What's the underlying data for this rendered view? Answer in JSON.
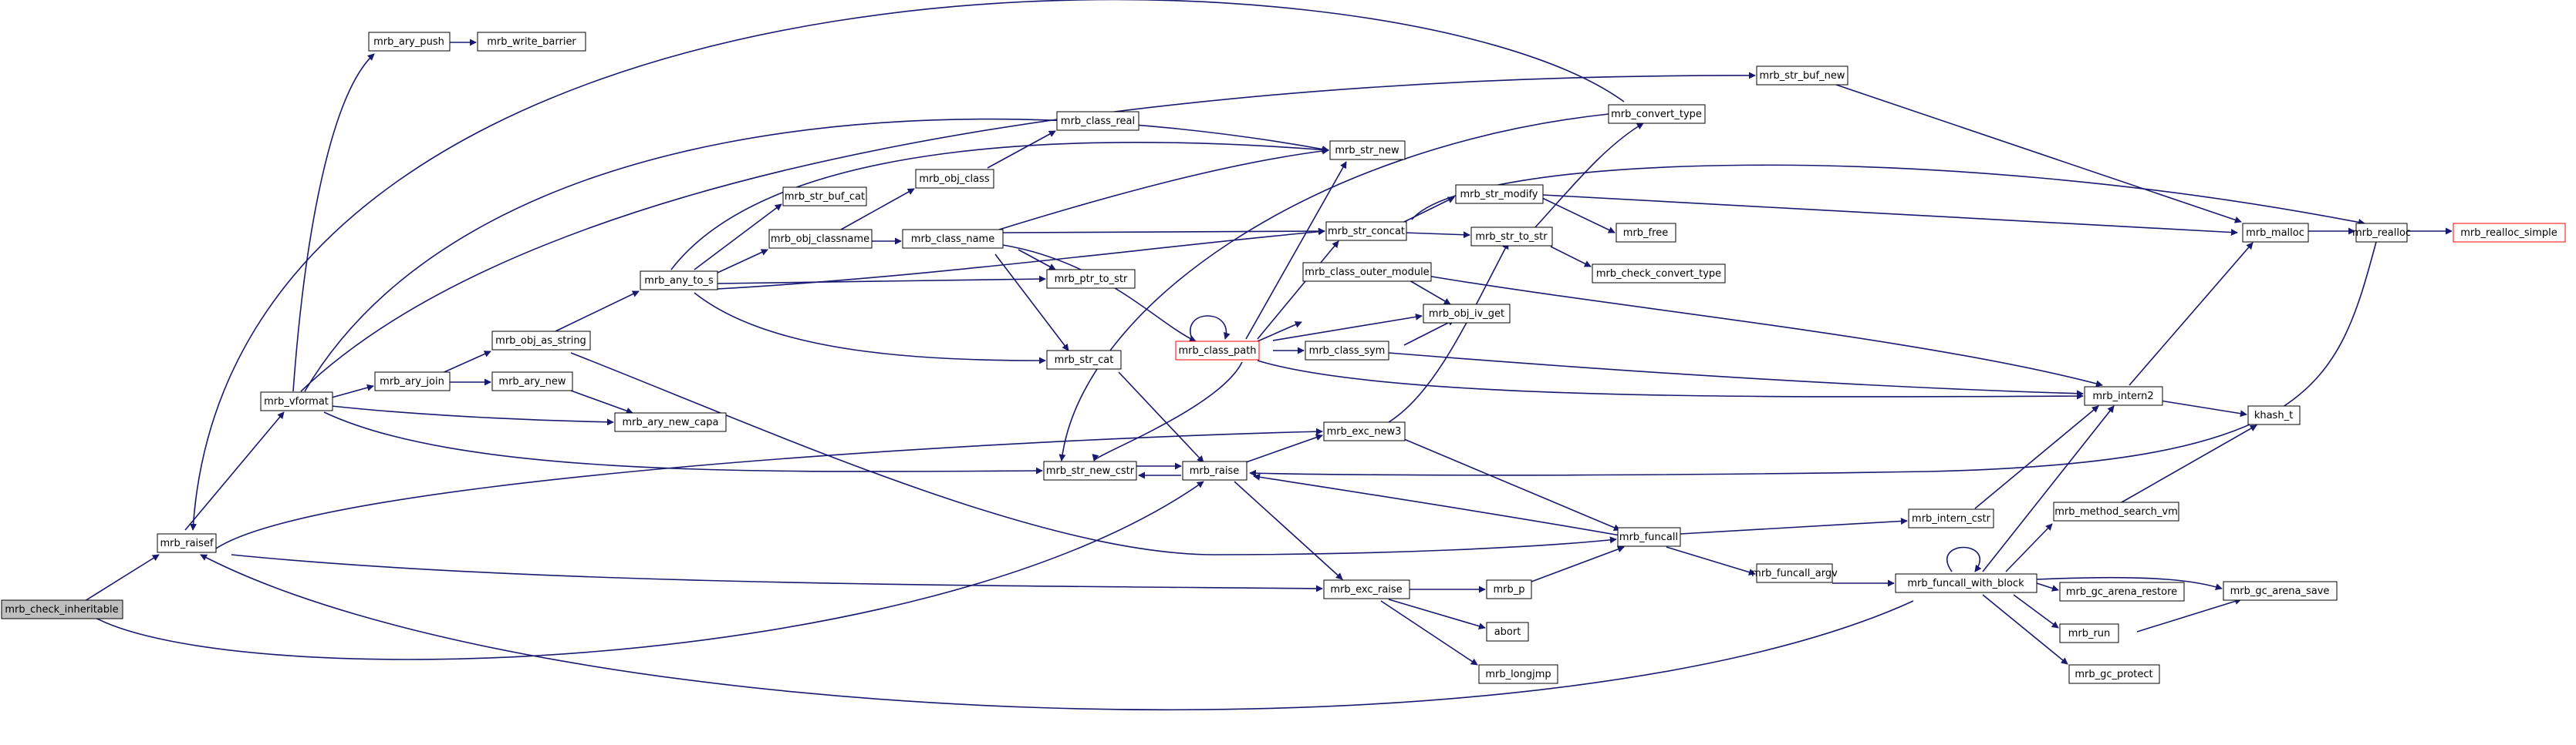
{
  "graph": {
    "colors": {
      "edge": "#191970",
      "node_border": "#000000",
      "node_fill": "#ffffff",
      "root_fill": "#bfbfbf",
      "truncated_border": "#ff0000"
    },
    "nodes": {
      "mrb_check_inheritable": "mrb_check_inheritable",
      "mrb_raisef": "mrb_raisef",
      "mrb_vformat": "mrb_vformat",
      "mrb_ary_push": "mrb_ary_push",
      "mrb_write_barrier": "mrb_write_barrier",
      "mrb_ary_join": "mrb_ary_join",
      "mrb_obj_as_string": "mrb_obj_as_string",
      "mrb_ary_new": "mrb_ary_new",
      "mrb_ary_new_capa": "mrb_ary_new_capa",
      "mrb_any_to_s": "mrb_any_to_s",
      "mrb_str_buf_cat": "mrb_str_buf_cat",
      "mrb_obj_classname": "mrb_obj_classname",
      "mrb_obj_class": "mrb_obj_class",
      "mrb_class_real": "mrb_class_real",
      "mrb_class_name": "mrb_class_name",
      "mrb_str_new": "mrb_str_new",
      "mrb_str_concat": "mrb_str_concat",
      "mrb_ptr_to_str": "mrb_ptr_to_str",
      "mrb_str_cat": "mrb_str_cat",
      "mrb_class_path": "mrb_class_path",
      "mrb_str_modify": "mrb_str_modify",
      "mrb_str_to_str": "mrb_str_to_str",
      "mrb_free": "mrb_free",
      "mrb_check_convert_type": "mrb_check_convert_type",
      "mrb_convert_type": "mrb_convert_type",
      "mrb_str_buf_new": "mrb_str_buf_new",
      "mrb_class_outer_module": "mrb_class_outer_module",
      "mrb_obj_iv_get": "mrb_obj_iv_get",
      "mrb_class_sym": "mrb_class_sym",
      "mrb_malloc": "mrb_malloc",
      "mrb_realloc": "mrb_realloc",
      "mrb_realloc_simple": "mrb_realloc_simple",
      "mrb_intern2": "mrb_intern2",
      "khash_t": "khash_t",
      "mrb_exc_new3": "mrb_exc_new3",
      "mrb_str_new_cstr": "mrb_str_new_cstr",
      "mrb_raise": "mrb_raise",
      "mrb_funcall": "mrb_funcall",
      "mrb_intern_cstr": "mrb_intern_cstr",
      "mrb_method_search_vm": "mrb_method_search_vm",
      "mrb_funcall_argv": "mrb_funcall_argv",
      "mrb_funcall_with_block": "mrb_funcall_with_block",
      "mrb_gc_arena_restore": "mrb_gc_arena_restore",
      "mrb_gc_arena_save": "mrb_gc_arena_save",
      "mrb_run": "mrb_run",
      "mrb_gc_protect": "mrb_gc_protect",
      "mrb_exc_raise": "mrb_exc_raise",
      "mrb_p": "mrb_p",
      "abort": "abort",
      "mrb_longjmp": "mrb_longjmp"
    }
  }
}
